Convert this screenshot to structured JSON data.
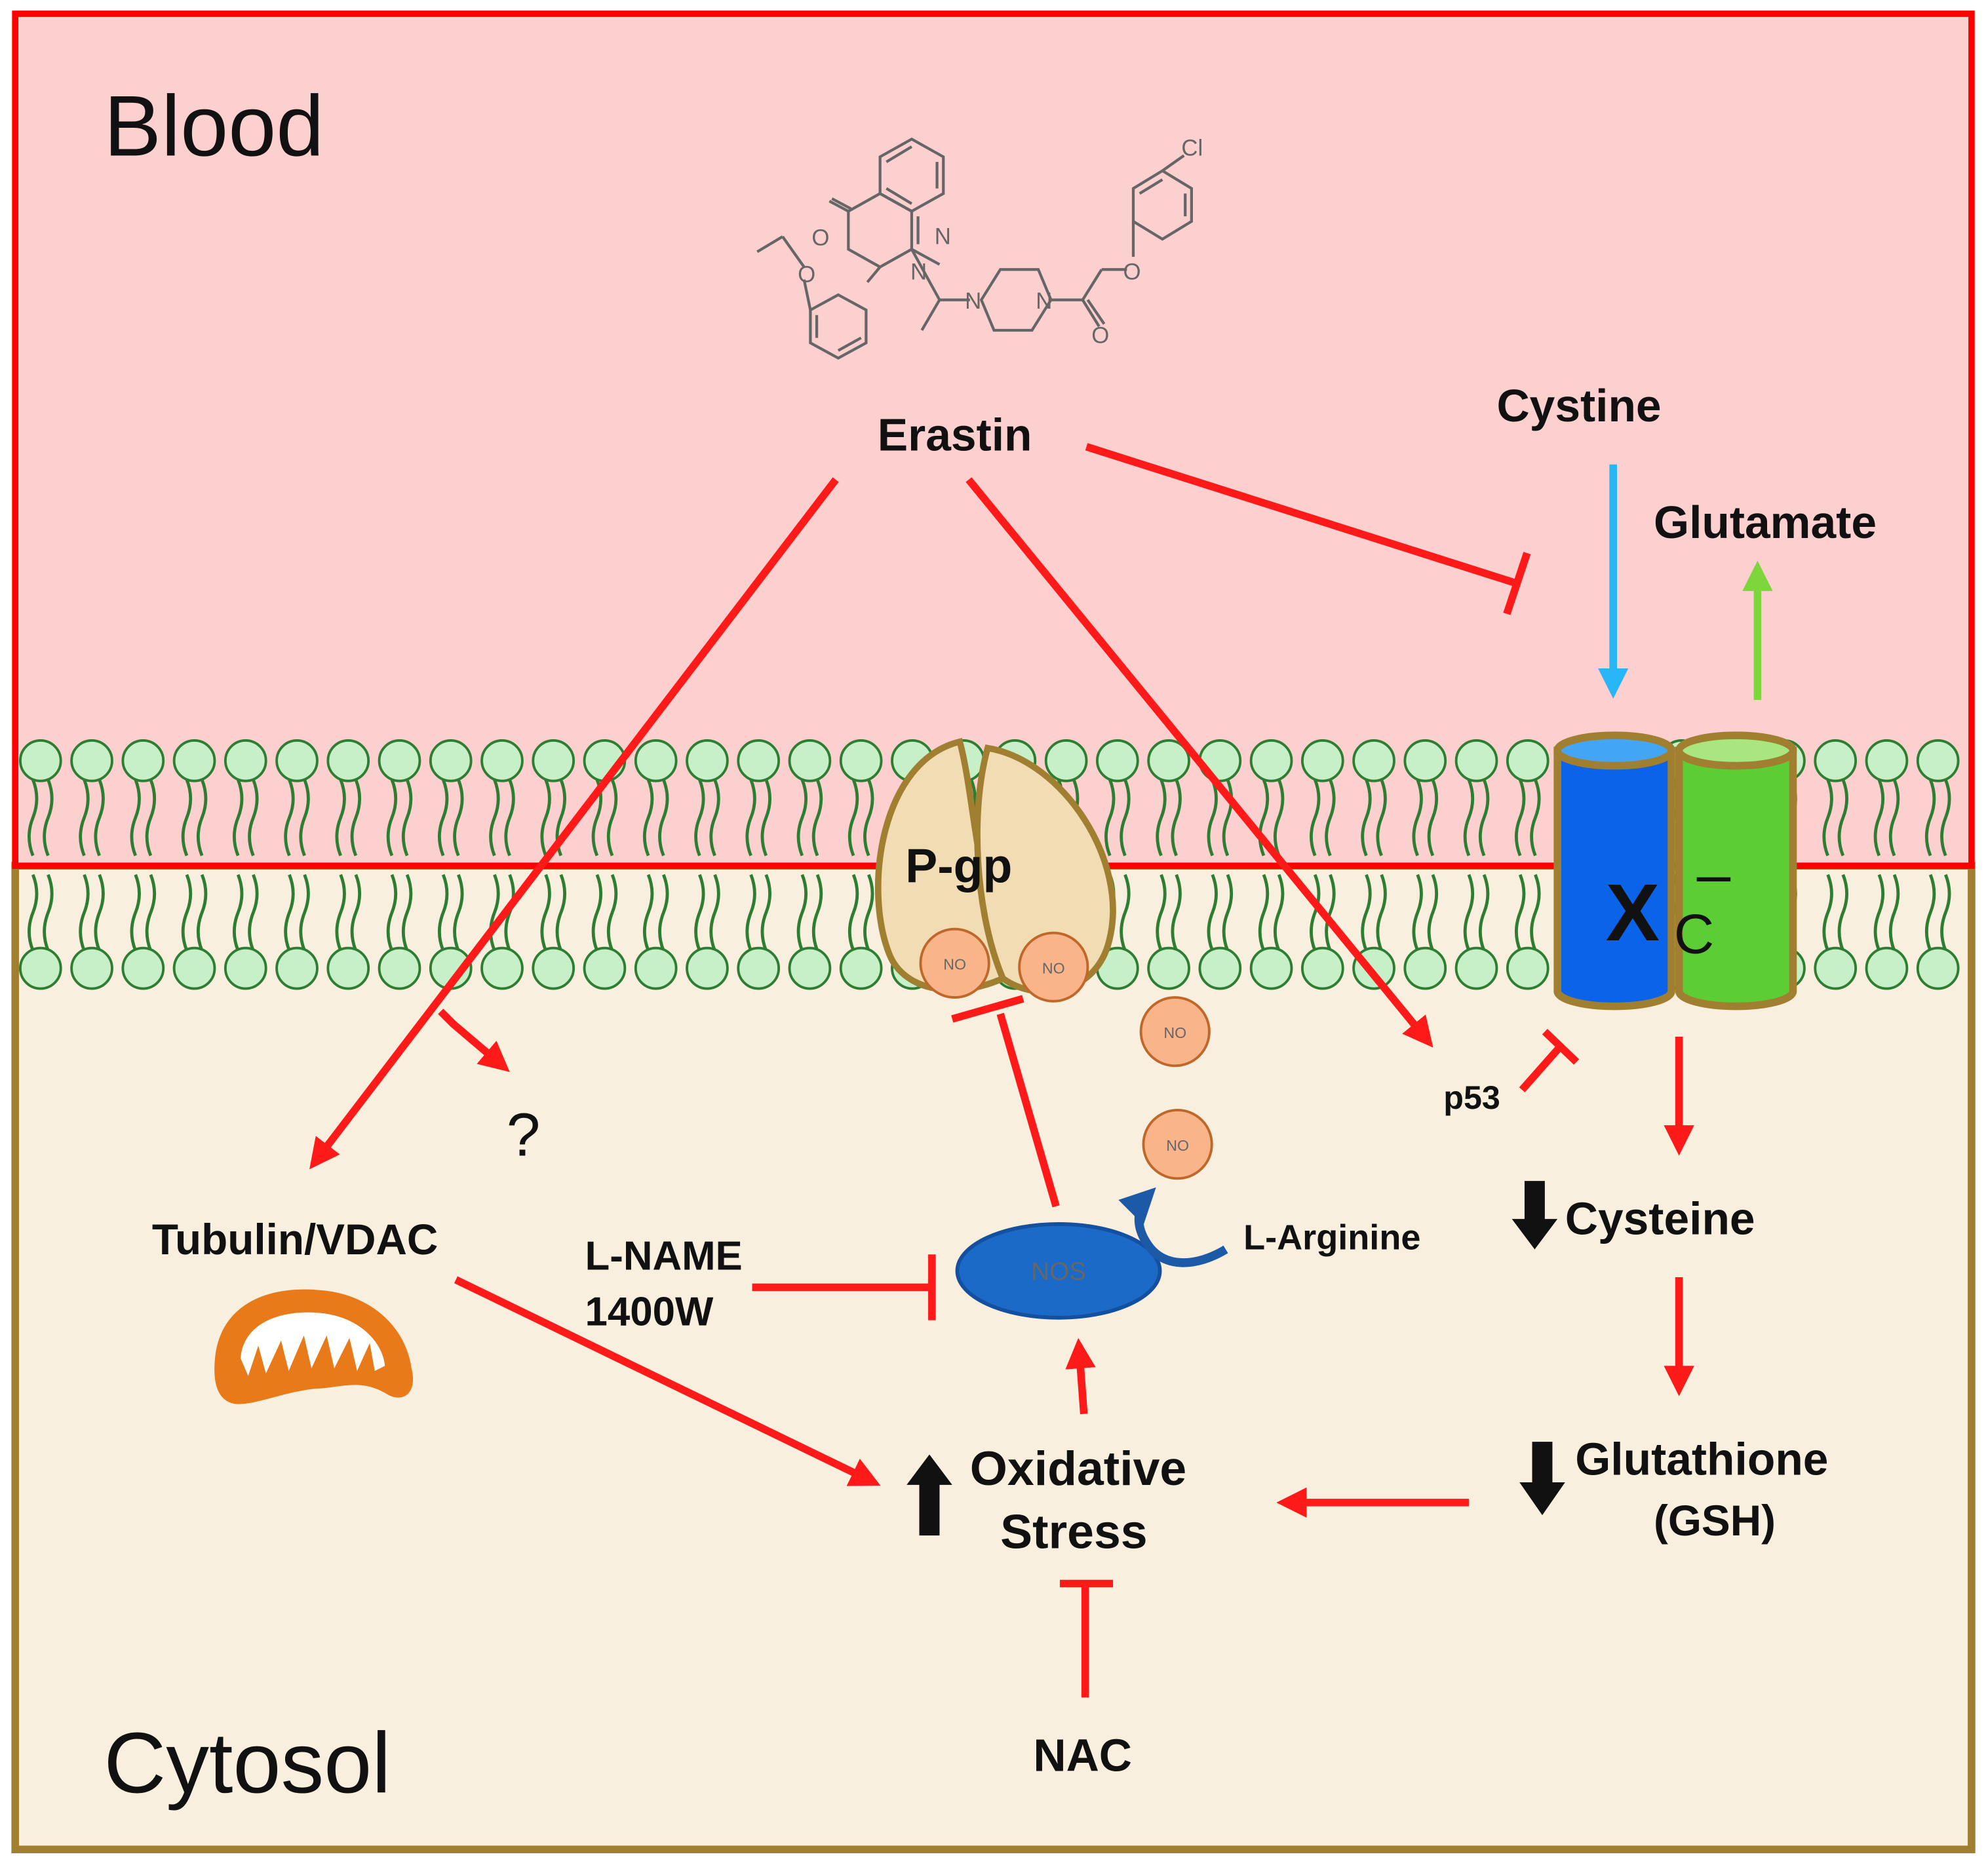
{
  "regions": {
    "top": "Blood",
    "bottom": "Cytosol"
  },
  "compound": {
    "name": "Erastin",
    "atoms": {
      "o1": "O",
      "o2": "O",
      "o3": "O",
      "o4": "O",
      "n1": "N",
      "n2": "N",
      "n3": "N",
      "n4": "N",
      "cl": "Cl"
    }
  },
  "labels": {
    "cystine": "Cystine",
    "glutamate": "Glutamate",
    "pgp": "P-gp",
    "xc_main": "X",
    "xc_sub": "C",
    "xc_sup": "–",
    "no": "NO",
    "nos": "NOS",
    "p53": "p53",
    "question": "?",
    "tubulin_vdac": "Tubulin/VDAC",
    "lname": "L-NAME",
    "w1400": "1400W",
    "larginine": "L-Arginine",
    "cysteine": "Cysteine",
    "glutathione": "Glutathione",
    "gsh": "(GSH)",
    "oxidative": "Oxidative",
    "stress": "Stress",
    "nac": "NAC"
  },
  "colors": {
    "blood_bg": "#fdd0d0",
    "cytosol_bg": "#f8efde",
    "blood_border": "#ff0000",
    "cytosol_border": "#a08030",
    "lipid_head": "#c8f0c8",
    "arrow_red": "#ff1a1a",
    "cystine_arrow": "#29b6f6",
    "glutamate_arrow": "#7dd63c",
    "xc_blue": "#0a63e8",
    "xc_green": "#5ccd34",
    "pgp_fill": "#f2dcb4",
    "no_fill": "#f9b48a",
    "nos_fill": "#1c6ac8",
    "mito_fill": "#e87a1a"
  }
}
